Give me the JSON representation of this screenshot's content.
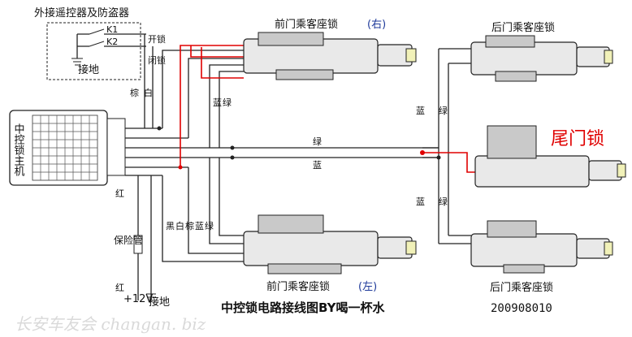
{
  "remote_box": {
    "title": "外接遥控器及防盗器",
    "k1": "K1",
    "k2": "K2",
    "open_lock": "开锁",
    "close_lock": "闭锁",
    "ground": "接地",
    "wire_brown": "棕",
    "wire_white": "白"
  },
  "main_unit": {
    "label": "中控锁主机"
  },
  "locks": {
    "front_right": {
      "title": "前门乘客座锁",
      "side": "(右)"
    },
    "front_left": {
      "title": "前门乘客座锁",
      "side": "(左)"
    },
    "rear_top": {
      "title": "后门乘客座锁"
    },
    "rear_bottom": {
      "title": "后门乘客座锁"
    },
    "tail": {
      "title": "尾门锁"
    }
  },
  "wires": {
    "green": "绿",
    "blue": "蓝",
    "red": "红",
    "black": "黑",
    "white": "白",
    "brown": "棕",
    "fr_blue": "蓝",
    "fr_green": "绿",
    "rt_blue": "蓝",
    "rt_green": "绿",
    "rb_blue": "蓝",
    "rb_green": "绿",
    "fl_blue": "蓝",
    "fl_green": "绿"
  },
  "power": {
    "fuse": "保险管",
    "red_top": "红",
    "red_bottom": "红",
    "plus12v": "+12V",
    "ground": "接地"
  },
  "caption": {
    "title": "中控锁电路接线图BY喝一杯水",
    "code": "200908010"
  },
  "watermark": "长安车友会 changan. biz"
}
